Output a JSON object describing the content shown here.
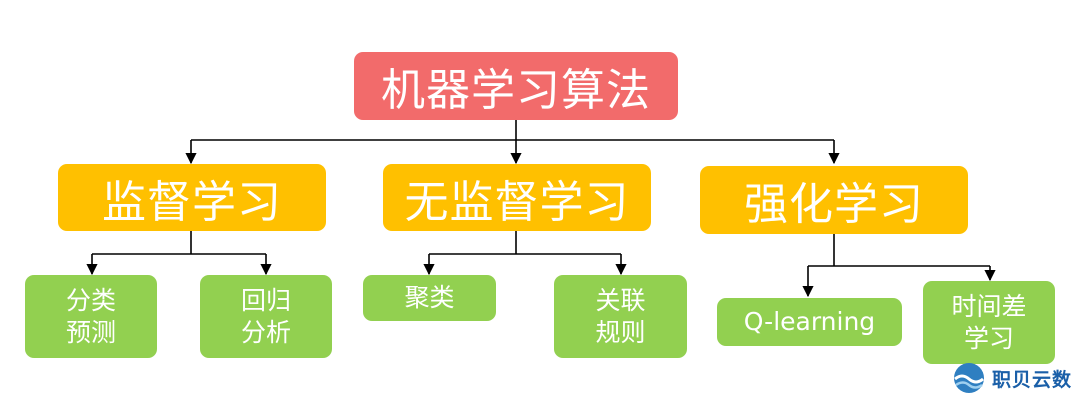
{
  "root": {
    "label": "机器学习算法"
  },
  "categories": [
    {
      "label": "监督学习",
      "children": [
        "分类\n预测",
        "回归\n分析"
      ]
    },
    {
      "label": "无监督学习",
      "children": [
        "聚类",
        "关联\n规则"
      ]
    },
    {
      "label": "强化学习",
      "children": [
        "Q-learning",
        "时间差\n学习"
      ]
    }
  ],
  "watermark": {
    "text": "职贝云数"
  },
  "colors": {
    "root": "#f26b6b",
    "category": "#ffc000",
    "leaf": "#92d050",
    "text": "#ffffff",
    "connector": "#000000"
  }
}
